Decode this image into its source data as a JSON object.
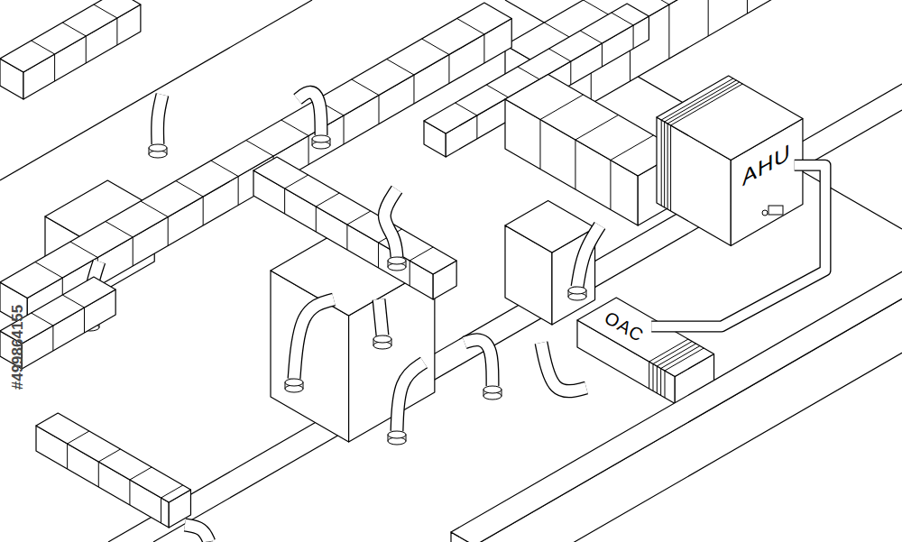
{
  "diagram": {
    "nodes": [
      {
        "text": [
          "AHU"
        ]
      },
      {
        "text": [
          "OAC"
        ]
      }
    ],
    "edges": [
      {
        "from": 0,
        "to": 1,
        "arrow": "none"
      }
    ],
    "labels": [
      "#499864155"
    ]
  }
}
